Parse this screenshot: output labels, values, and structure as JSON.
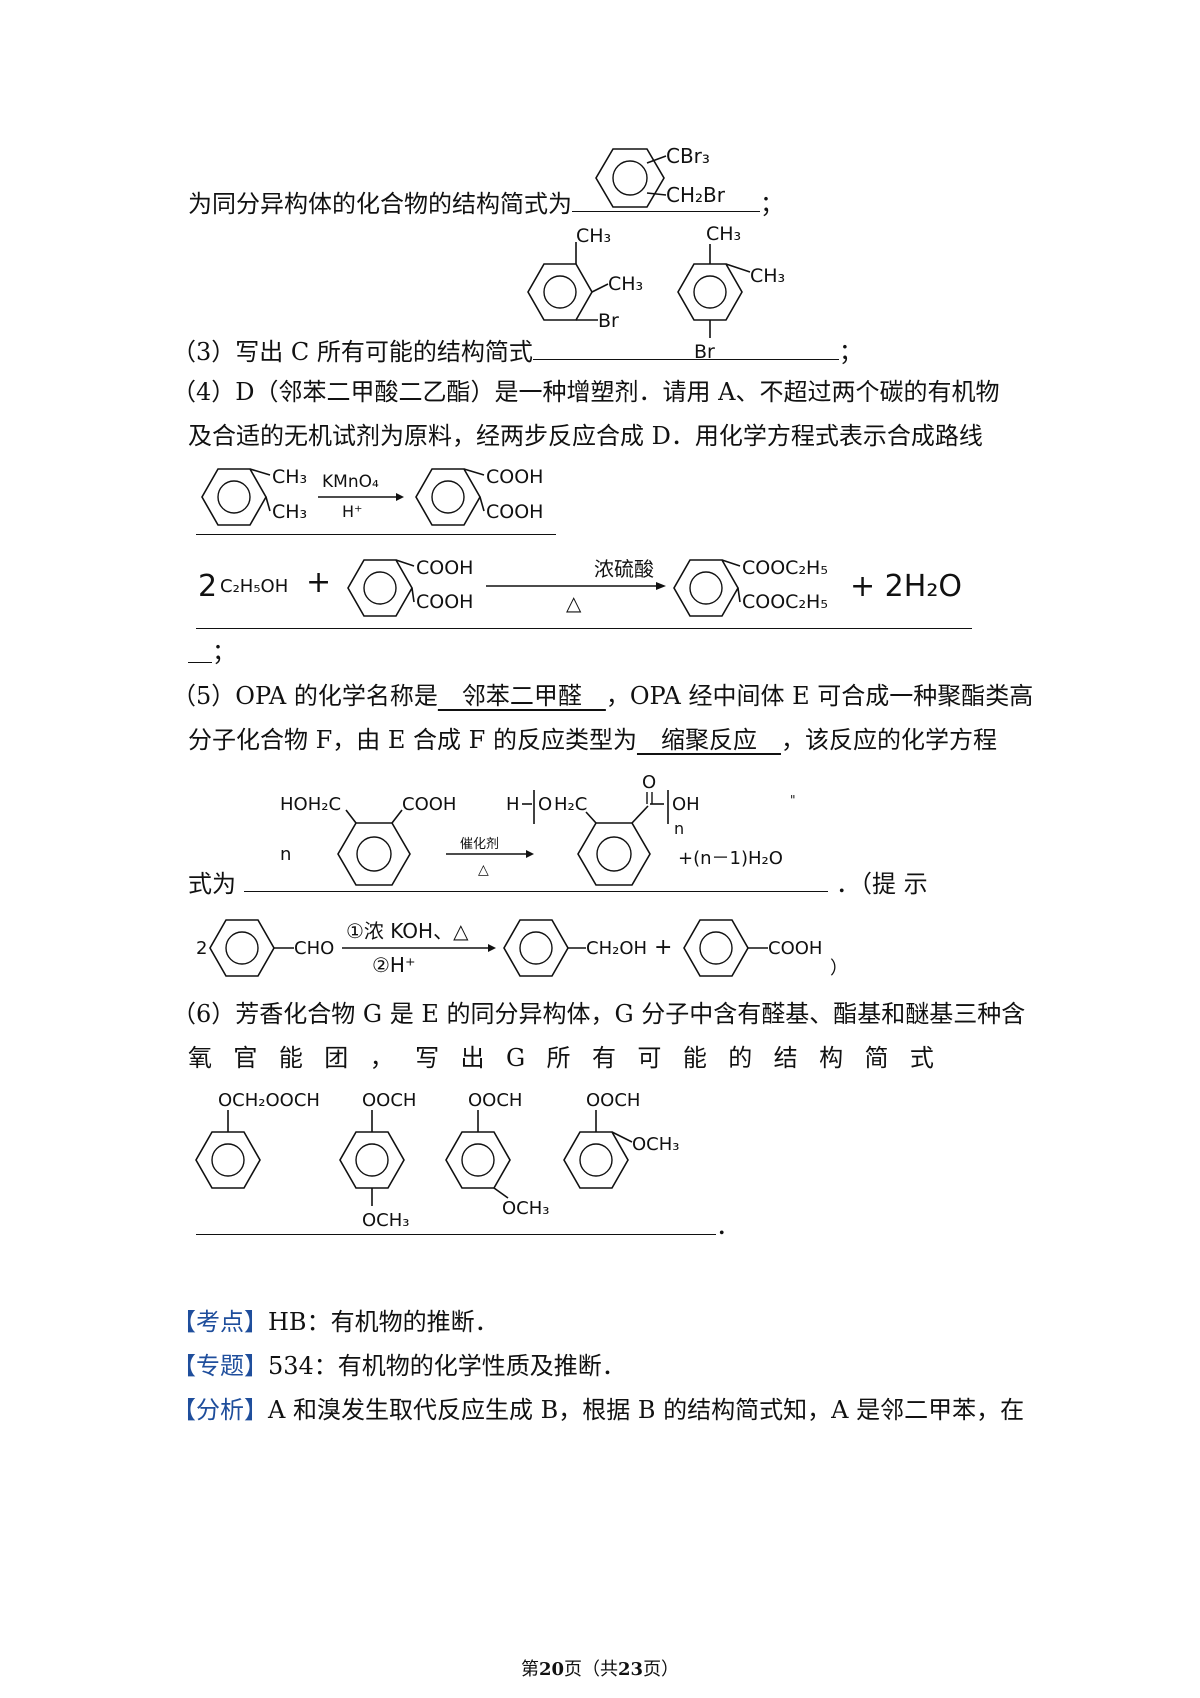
{
  "q2_end": {
    "text": "为同分异构体的化合物的结构简式为",
    "end": "；",
    "answer": {
      "sub1": "CBr₃",
      "sub2": "CH₂Br"
    }
  },
  "q3": {
    "text": "（3）写出 C 所有可能的结构简式",
    "end": "；",
    "answer1": {
      "ch3_top": "CH₃",
      "ch3_right": "CH₃",
      "br": "Br"
    },
    "answer2": {
      "ch3_top": "CH₃",
      "ch3_right": "CH₃",
      "br": "Br"
    }
  },
  "q4": {
    "line1": "（4）D（邻苯二甲酸二乙酯）是一种增塑剂．请用 A、不超过两个碳的有机物",
    "line2": "及合适的无机试剂为原料，经两步反应合成 D．用化学方程式表示合成路线",
    "rxn1": {
      "sub1": "CH₃",
      "sub2": "CH₃",
      "reagent_top": "KMnO₄",
      "reagent_bottom": "H⁺",
      "prod1": "COOH",
      "prod2": "COOH"
    },
    "rxn2": {
      "coef": "2",
      "reactant": "C₂H₅OH",
      "plus": "+",
      "sub1": "COOH",
      "sub2": "COOH",
      "cond_top": "浓硫酸",
      "cond_bottom": "△",
      "prod1": "COOC₂H₅",
      "prod2": "COOC₂H₅",
      "byproduct": "+ 2H₂O"
    },
    "end": "＿；"
  },
  "q5": {
    "line1_pre": "（5）OPA 的化学名称是",
    "answer_name": "　邻苯二甲醛　",
    "line1_post": "，OPA 经中间体 E 可合成一种聚酯类高",
    "line2_pre": "分子化合物 F，由 E 合成 F 的反应类型为",
    "answer_type": "　缩聚反应　",
    "line2_post": "，该反应的化学方程",
    "line3_pre": "式为",
    "line3_post": "．（提 示",
    "eq": {
      "n": "n",
      "left": "HOH₂C",
      "right": "COOH",
      "cond_top": "催化剂",
      "cond_bottom": "△",
      "p_h": "H",
      "p_o": "O",
      "p_ch2": "H₂C",
      "p_oh": "OH",
      "p_n": "n",
      "p_co": "O",
      "byproduct": "+(n－1)H₂O",
      "mark": "\""
    },
    "hint": {
      "coef": "2",
      "cho": "CHO",
      "cond_top": "①浓 KOH、△",
      "cond_bottom": "②H⁺",
      "prod1": "CH₂OH",
      "plus": "+",
      "prod2": "COOH",
      "close": "）"
    }
  },
  "q6": {
    "line1": "（6）芳香化合物 G 是 E 的同分异构体，G 分子中含有醛基、酯基和醚基三种含",
    "line2_chars": [
      "氧",
      "官",
      "能",
      "团",
      "，",
      "写",
      "出",
      "G",
      "所",
      "有",
      "可",
      "能",
      "的",
      "结",
      "构",
      "简",
      "式"
    ],
    "s1": "OCH₂OOCH",
    "s2": {
      "top": "OOCH",
      "bottom": "OCH₃"
    },
    "s3": {
      "top": "OOCH",
      "bottom": "OCH₃"
    },
    "s4": {
      "top": "OOCH",
      "right": "OCH₃"
    },
    "end": "．"
  },
  "kaodian": {
    "tag": "【考点】",
    "text": "HB：有机物的推断．"
  },
  "zhuanti": {
    "tag": "【专题】",
    "text": "534：有机物的化学性质及推断．"
  },
  "fenxi": {
    "tag": "【分析】",
    "text": "A 和溴发生取代反应生成 B，根据 B 的结构简式知，A 是邻二甲苯，在"
  },
  "footer": {
    "pre": "第",
    "page": "20",
    "mid": "页（共",
    "total": "23",
    "post": "页）"
  }
}
